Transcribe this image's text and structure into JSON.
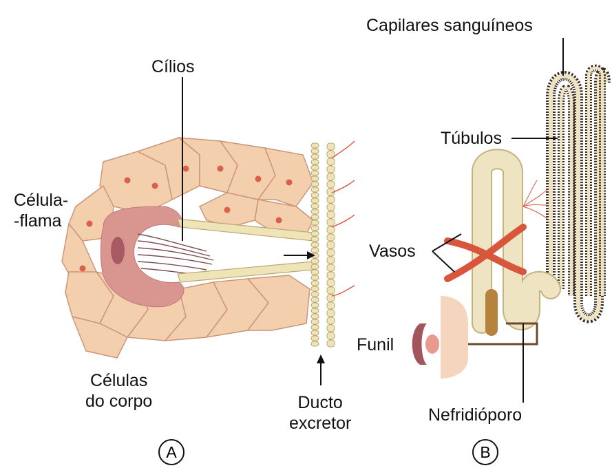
{
  "diagram": {
    "panel_a": {
      "cilia_label": "Cílios",
      "flame_cell_label_line1": "Célula-",
      "flame_cell_label_line2": "-flama",
      "body_cells_label_line1": "Células",
      "body_cells_label_line2": "do corpo",
      "duct_label_line1": "Ducto",
      "duct_label_line2": "excretor",
      "panel_letter": "A"
    },
    "panel_b": {
      "capillaries_label": "Capilares sanguíneos",
      "tubules_label": "Túbulos",
      "vessels_label": "Vasos",
      "funnel_label": "Funil",
      "nephridiopore_label": "Nefridióporo",
      "panel_letter": "B"
    },
    "colors": {
      "body_cell_fill": "#f3cfae",
      "body_cell_stroke": "#c9967a",
      "nucleus": "#d9604a",
      "flame_cell": "#d99690",
      "flame_nucleus": "#a85a62",
      "duct_fill": "#efe3b8",
      "tubule_fill": "#efe4c2",
      "tubule_stroke": "#c4b27e",
      "capillary": "#3a2a20",
      "vessel": "#d8573c",
      "funnel_outer": "#a3555c",
      "funnel_inner": "#e89a8c",
      "excretory_duct_dark": "#6b4a2b",
      "bladder": "#b6823c"
    }
  }
}
